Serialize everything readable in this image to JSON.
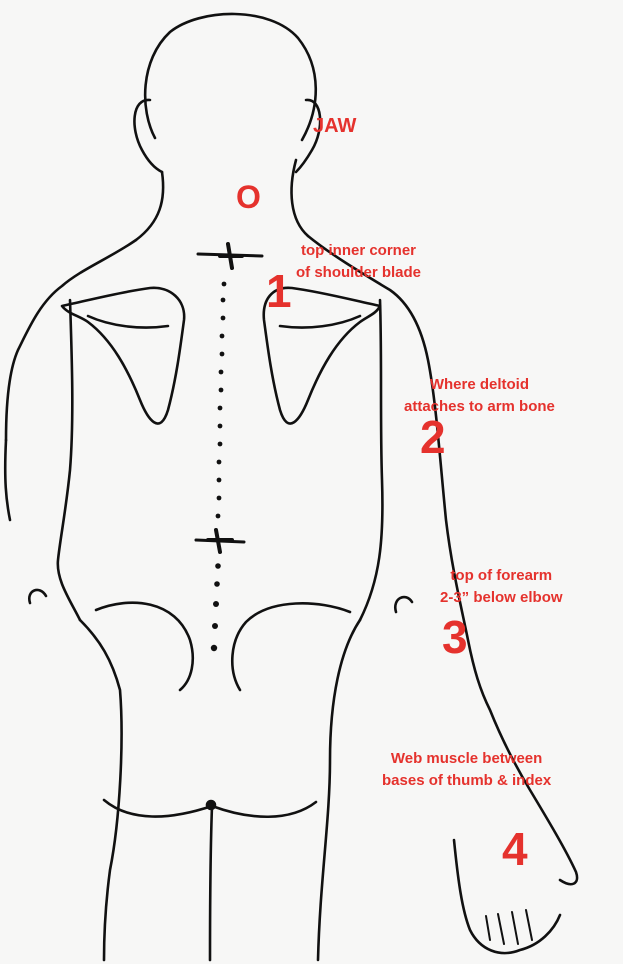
{
  "diagram": {
    "labels": {
      "jaw": "JAW",
      "origin": "O",
      "point_1_number": "1",
      "point_1_text": [
        "top inner  corner",
        "of shoulder blade"
      ],
      "point_2_number": "2",
      "point_2_text": [
        "Where deltoid",
        "attaches to arm bone"
      ],
      "point_3_number": "3",
      "point_3_text": [
        "top of forearm",
        "2-3” below elbow"
      ],
      "point_4_number": "4",
      "point_4_text": [
        "Web muscle between",
        "bases of thumb & index"
      ]
    },
    "colors": {
      "annotation": "#e5322d",
      "outline": "#111111",
      "paper": "#f7f7f6"
    }
  }
}
